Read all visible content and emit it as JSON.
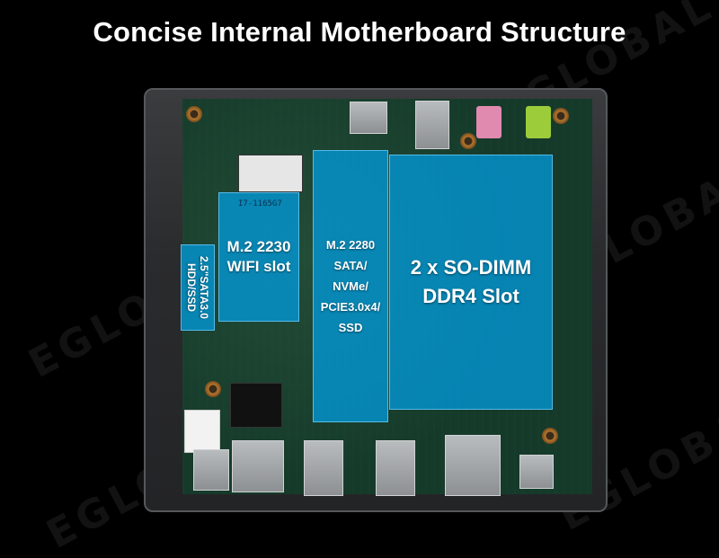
{
  "title": "Concise Internal Motherboard Structure",
  "watermark": "EGLOBAL",
  "labels": {
    "wifi_slot": [
      "M.2 2230",
      "WIFI slot"
    ],
    "m2_slot": [
      "M.2 2280",
      "SATA/",
      "NVMe/",
      "PCIE3.0x4/",
      "SSD"
    ],
    "dimm_slot": [
      "2 x SO-DIMM",
      "DDR4 Slot"
    ],
    "sata_bay": [
      "2.5\"SATA3.0",
      "HDD/SSD"
    ]
  },
  "chip_text": "I7-1165G7",
  "colors": {
    "overlay": "#00a0e6",
    "background": "#000000",
    "title": "#ffffff"
  }
}
